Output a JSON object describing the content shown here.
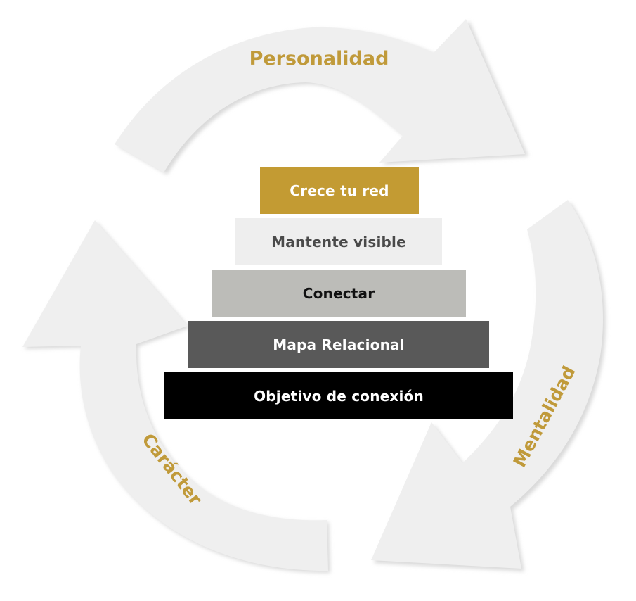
{
  "diagram": {
    "type": "cycle-with-pyramid",
    "cycle": [
      {
        "label": "Personalidad",
        "direction": "clockwise",
        "position": "top"
      },
      {
        "label": "Mentalidad",
        "direction": "clockwise",
        "position": "right"
      },
      {
        "label": "Carácter",
        "direction": "clockwise",
        "position": "left"
      }
    ],
    "pyramid": {
      "levels_top_to_bottom": [
        {
          "label": "Crece tu red",
          "fill": "#c39b33",
          "text_color": "#ffffff"
        },
        {
          "label": "Mantente visible",
          "fill": "#eeeeee",
          "text_color": "#4a4a4a"
        },
        {
          "label": "Conectar",
          "fill": "#bcbcb8",
          "text_color": "#111111"
        },
        {
          "label": "Mapa Relacional",
          "fill": "#595959",
          "text_color": "#ffffff"
        },
        {
          "label": "Objetivo de conexión",
          "fill": "#000000",
          "text_color": "#ffffff"
        }
      ]
    },
    "colors": {
      "accent_gold": "#c09a3a",
      "arrow_fill": "#efefef"
    }
  }
}
